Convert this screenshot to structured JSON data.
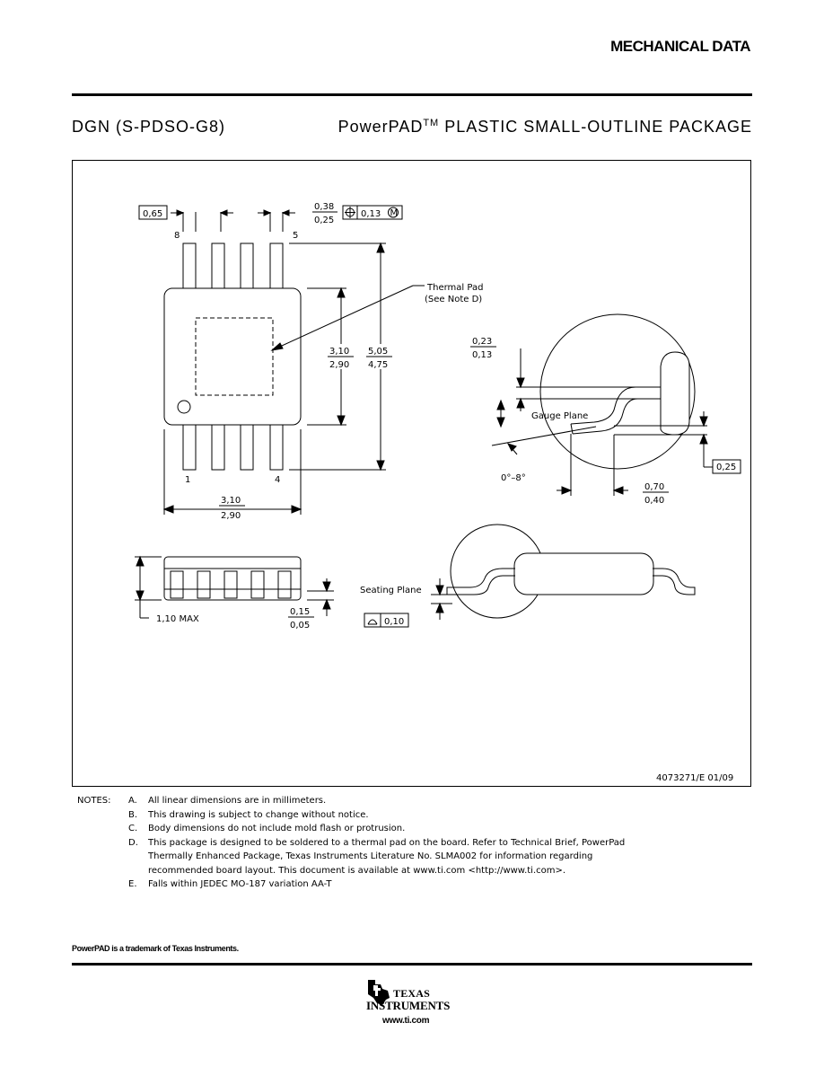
{
  "header": {
    "section_title": "MECHANICAL DATA"
  },
  "package": {
    "code": "DGN (S-PDSO-G8)",
    "brand": "PowerPAD",
    "trademark": "TM",
    "description": "PLASTIC SMALL-OUTLINE PACKAGE"
  },
  "drawing": {
    "pitch": "0,65",
    "lead_width_max": "0,38",
    "lead_width_min": "0,25",
    "position_tolerance": "0,13",
    "tolerance_modifier": "M",
    "pin_8": "8",
    "pin_5": "5",
    "pin_1": "1",
    "pin_4": "4",
    "thermal_pad_label": "Thermal Pad",
    "thermal_pad_note": "(See Note D)",
    "body_len_max": "3,10",
    "body_len_min": "2,90",
    "overall_max": "5,05",
    "overall_min": "4,75",
    "body_width_max": "3,10",
    "body_width_min": "2,90",
    "lead_thk_max": "0,23",
    "lead_thk_min": "0,13",
    "gauge_plane": "Gauge Plane",
    "angle": "0°–8°",
    "gauge_dim": "0,25",
    "foot_max": "0,70",
    "foot_min": "0,40",
    "height_max": "1,10 MAX",
    "standoff_max": "0,15",
    "standoff_min": "0,05",
    "seating_plane": "Seating Plane",
    "coplanarity": "0,10",
    "drawing_number": "4073271/E 01/09"
  },
  "notes": {
    "label": "NOTES:",
    "items": [
      {
        "letter": "A.",
        "lines": [
          "All linear dimensions are in millimeters."
        ]
      },
      {
        "letter": "B.",
        "lines": [
          "This drawing is subject to change without notice."
        ]
      },
      {
        "letter": "C.",
        "lines": [
          "Body dimensions do not include mold flash or protrusion."
        ]
      },
      {
        "letter": "D.",
        "lines": [
          "This package is designed to be soldered to a thermal pad on the board.  Refer to Technical Brief, PowerPad",
          "Thermally Enhanced Package, Texas Instruments Literature No. SLMA002 for information regarding",
          "recommended board layout.  This document is available at www.ti.com <http://www.ti.com>."
        ]
      },
      {
        "letter": "E.",
        "lines": [
          "Falls within JEDEC MO-187 variation AA-T"
        ]
      }
    ]
  },
  "footer": {
    "trademark_note": "PowerPAD is a trademark of Texas Instruments.",
    "company_line1": "TEXAS",
    "company_line2": "INSTRUMENTS",
    "url": "www.ti.com"
  }
}
